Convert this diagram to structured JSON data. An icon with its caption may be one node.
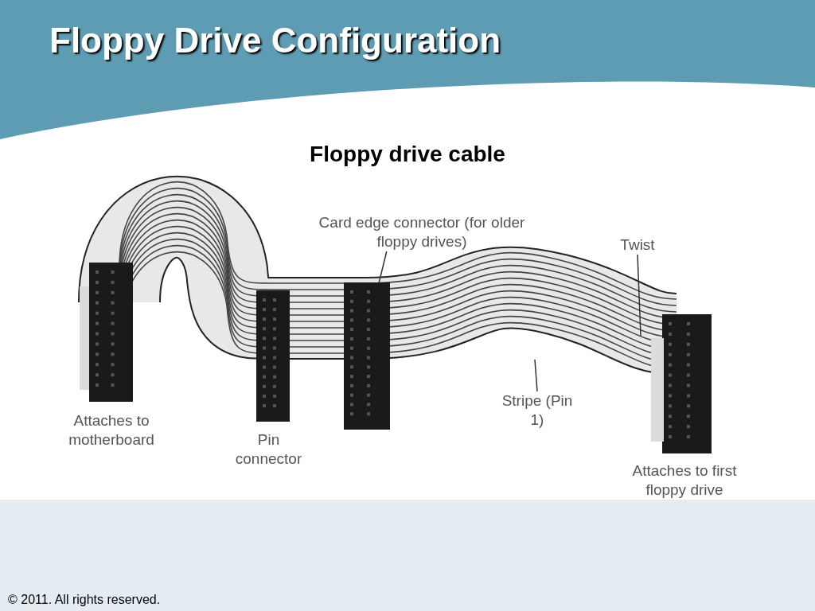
{
  "diagram": {
    "title": "Floppy Drive Configuration",
    "nodes": [
      {
        "text": [
          "Card edge connector (for older floppy drives)"
        ]
      },
      {
        "text": [
          "Twist"
        ]
      },
      {
        "text": [
          "Stripe (Pin 1)"
        ]
      }
    ],
    "edges": [
      {
        "from": 0,
        "to": null,
        "arrow": "none"
      },
      {
        "from": 1,
        "to": null,
        "arrow": "none"
      },
      {
        "from": 2,
        "to": null,
        "arrow": "none"
      }
    ],
    "labels": [
      "Floppy drive cable",
      "Attaches to motherboard",
      "Pin connector",
      "Attaches to first floppy drive",
      "© 2011. All rights reserved."
    ]
  }
}
